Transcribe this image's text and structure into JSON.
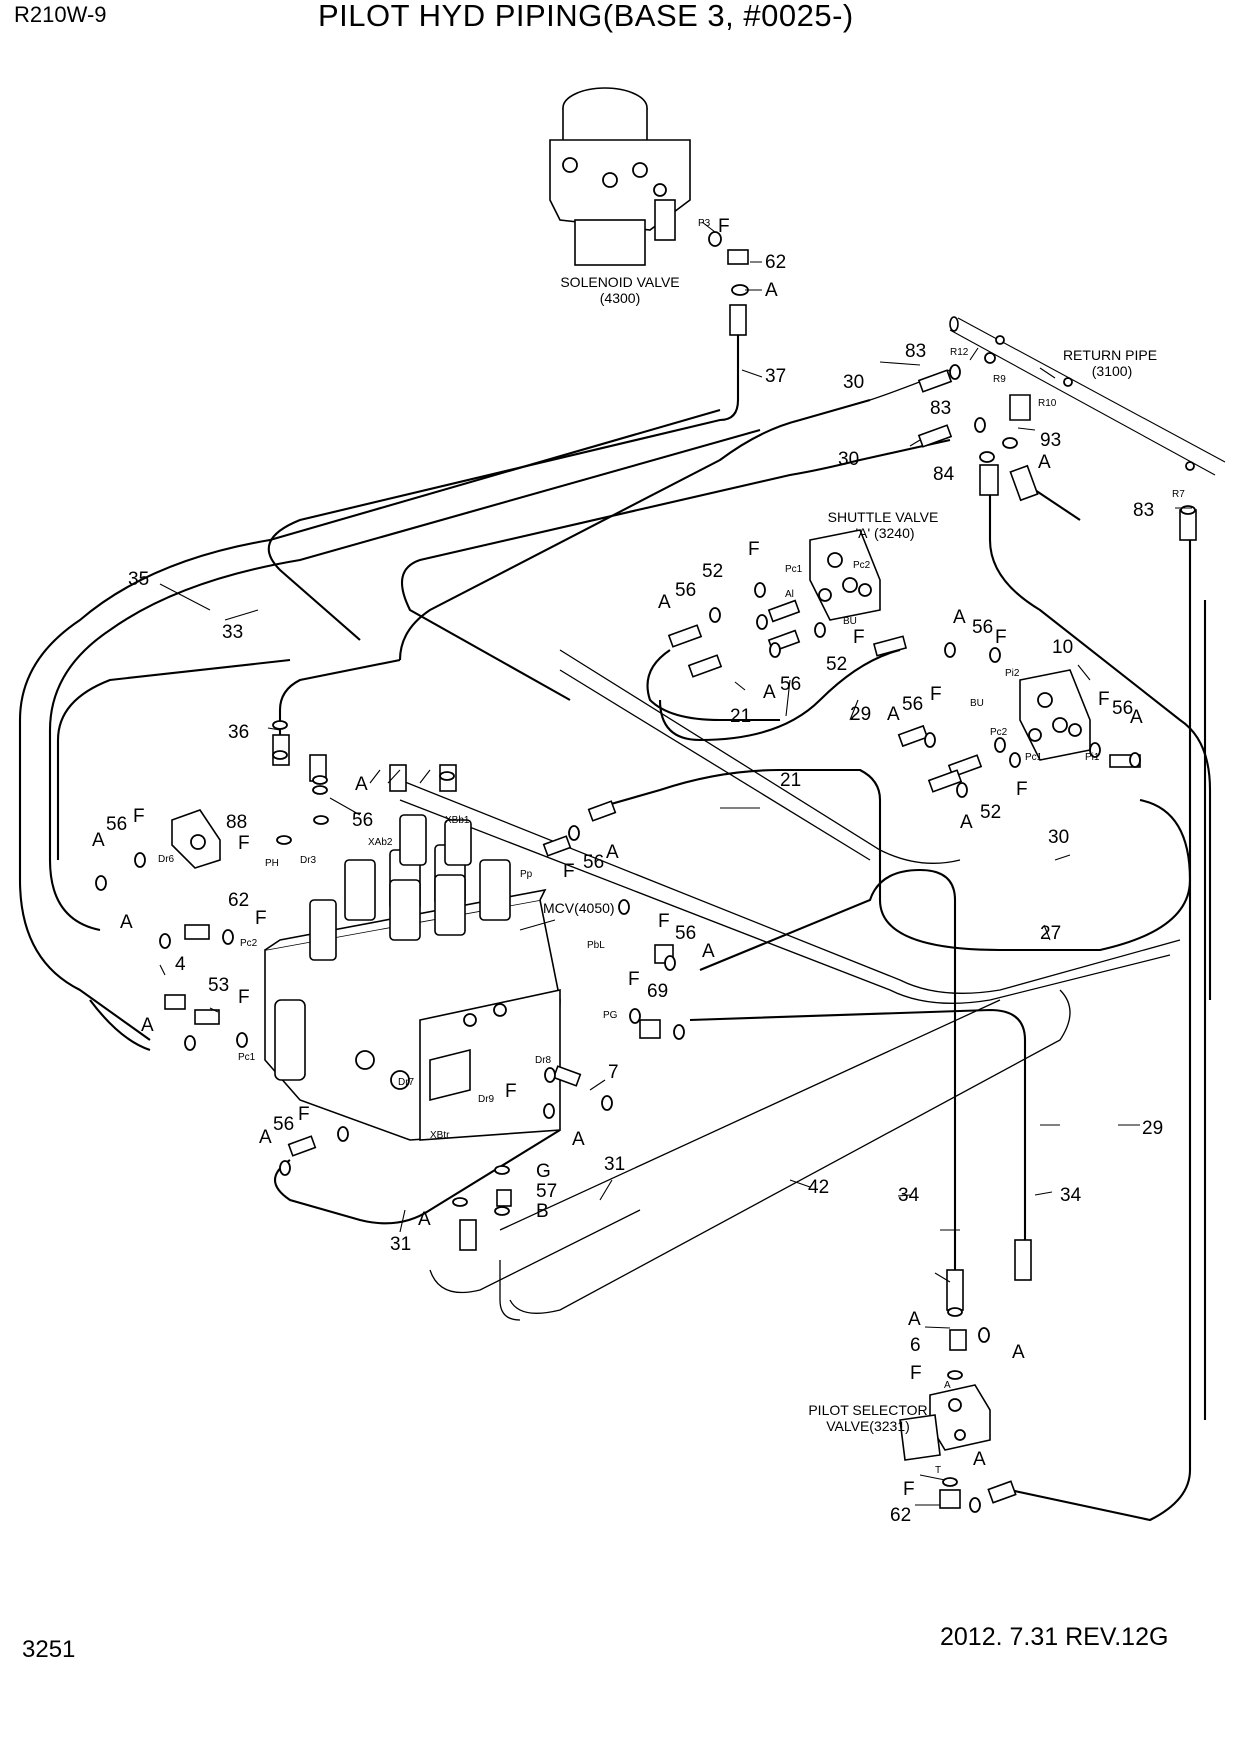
{
  "header": {
    "model": "R210W-9",
    "title": "PILOT HYD PIPING(BASE 3, #0025-)"
  },
  "footer": {
    "page_number": "3251",
    "revision": "2012. 7.31  REV.12G"
  },
  "components": {
    "solenoid_valve": [
      "SOLENOID VALVE",
      "(4300)"
    ],
    "return_pipe": [
      "RETURN PIPE",
      "(3100)"
    ],
    "shuttle_valve": [
      "SHUTTLE VALVE",
      "'A' (3240)"
    ],
    "mcv": "MCV(4050)",
    "pilot_selector_valve": [
      "PILOT SELECTOR",
      "VALVE(3231)"
    ]
  },
  "part_labels": {
    "sv_f": "F",
    "sv_62": "62",
    "sv_a": "A",
    "l37": "37",
    "l30a": "30",
    "l30b": "30",
    "l83a": "83",
    "l83b": "83",
    "l83c": "83",
    "l93": "93",
    "l84": "84",
    "l_a_ret": "A",
    "l35": "35",
    "l33": "33",
    "l36": "36",
    "l52a": "52",
    "l56a": "56",
    "l_aa": "A",
    "l_fa": "F",
    "l_fb": "F",
    "l52b": "52",
    "l56b": "56",
    "l_ab": "A",
    "l21a": "21",
    "l29a": "29",
    "l_ac": "A",
    "l56c": "56",
    "l_fc": "F",
    "l10": "10",
    "l_ad": "A",
    "l56d": "56",
    "l_fd": "F",
    "l_fe": "F",
    "l56e": "56",
    "l_ae": "A",
    "l_ff": "F",
    "l52c": "52",
    "l_af": "A",
    "l21b": "21",
    "l30c": "30",
    "l_ag": "A",
    "l56f": "56",
    "l88": "88",
    "l_fg": "F",
    "l_ah": "A",
    "l56g": "56",
    "l_fh": "F",
    "l_ai": "A",
    "l62b": "62",
    "l_fi": "F",
    "l_fj": "F",
    "l56h": "56",
    "l_aj": "A",
    "l_fk": "F",
    "l56i": "56",
    "l_ak": "A",
    "l69": "69",
    "l_fl": "F",
    "l4": "4",
    "l53": "53",
    "l_fm": "F",
    "l_am": "A",
    "l27": "27",
    "l7": "7",
    "l_fn": "F",
    "l_an": "A",
    "l_ao": "A",
    "l56j": "56",
    "l_fo": "F",
    "l31a": "31",
    "l31b": "31",
    "l42": "42",
    "l_g": "G",
    "l57": "57",
    "l_b": "B",
    "l_ap": "A",
    "l34a": "34",
    "l34b": "34",
    "l29b": "29",
    "l_aq": "A",
    "l6": "6",
    "l_ar": "A",
    "l_fq": "F",
    "l_fr": "F",
    "l62c": "62",
    "l_as": "A"
  },
  "port_labels": {
    "p3": "P3",
    "r12": "R12",
    "r9": "R9",
    "r10": "R10",
    "r7": "R7",
    "pc1_sh": "Pc1",
    "pc2_sh": "Pc2",
    "al": "Al",
    "bu_sh": "BU",
    "bu_10": "BU",
    "pc2_10": "Pc2",
    "pc1_10": "Pc1",
    "pi2": "Pi2",
    "pi1": "Pi1",
    "xab2": "XAb2",
    "xbb1": "XBb1",
    "ph": "PH",
    "dr3": "Dr3",
    "dr6": "Dr6",
    "pc2_m": "Pc2",
    "pc1_m": "Pc1",
    "pp": "Pp",
    "pbl": "PbL",
    "pg": "PG",
    "dr7": "Dr7",
    "dr9": "Dr9",
    "dr8": "Dr8",
    "xbtr": "XBtr",
    "psv_a": "A",
    "psv_t": "T"
  }
}
